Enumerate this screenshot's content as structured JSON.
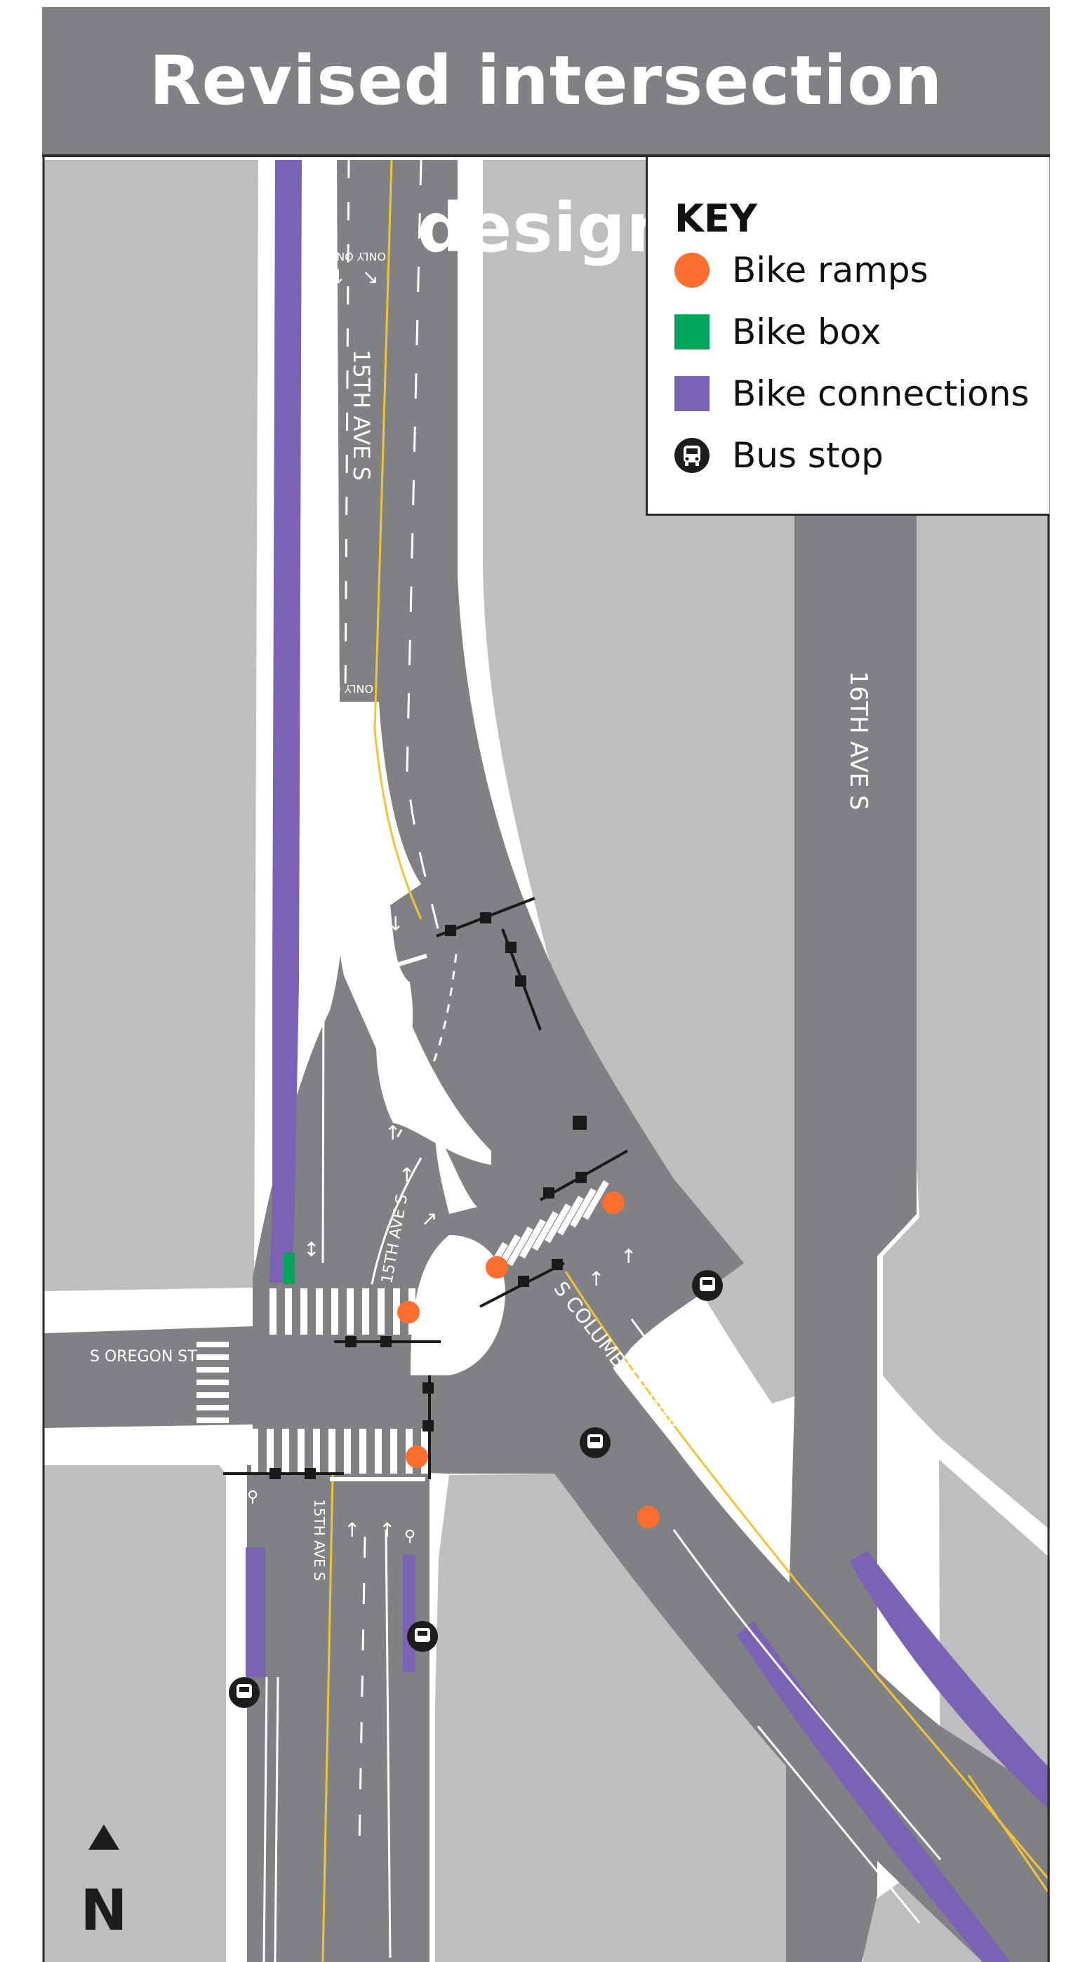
{
  "title": "Revised intersection design",
  "key": {
    "heading": "KEY",
    "items": [
      {
        "label": "Bike ramps",
        "color": "#ff6e2f",
        "icon": "orange-circle"
      },
      {
        "label": "Bike box",
        "color": "#00a65a",
        "icon": "green-square"
      },
      {
        "label": "Bike connections",
        "color": "#7b62b5",
        "icon": "purple-square"
      },
      {
        "label": "Bus stop",
        "color": "#1d1d1d",
        "icon": "bus-icon"
      }
    ]
  },
  "streets": {
    "fifteenth_north": "15TH AVE S",
    "sixteenth": "16TH AVE S",
    "fifteenth_mid": "15TH AVE S",
    "fifteenth_south": "15TH AVE S",
    "oregon": "S OREGON ST",
    "columbian": "S COLUMBIAN WAY"
  },
  "markings": {
    "only_1": "ONLY ONLY",
    "only_2": "ONLY ONLY"
  },
  "north_label": "N",
  "colors": {
    "road": "#808184",
    "block": "#bcbec0",
    "sidewalk": "#ffffff",
    "bike": "#7b62b5",
    "bike_box": "#00a65a",
    "ramp": "#ff6e2f",
    "centerline": "#f2c530",
    "signal": "#1a1a1a",
    "signal_light": "#e0442b"
  }
}
